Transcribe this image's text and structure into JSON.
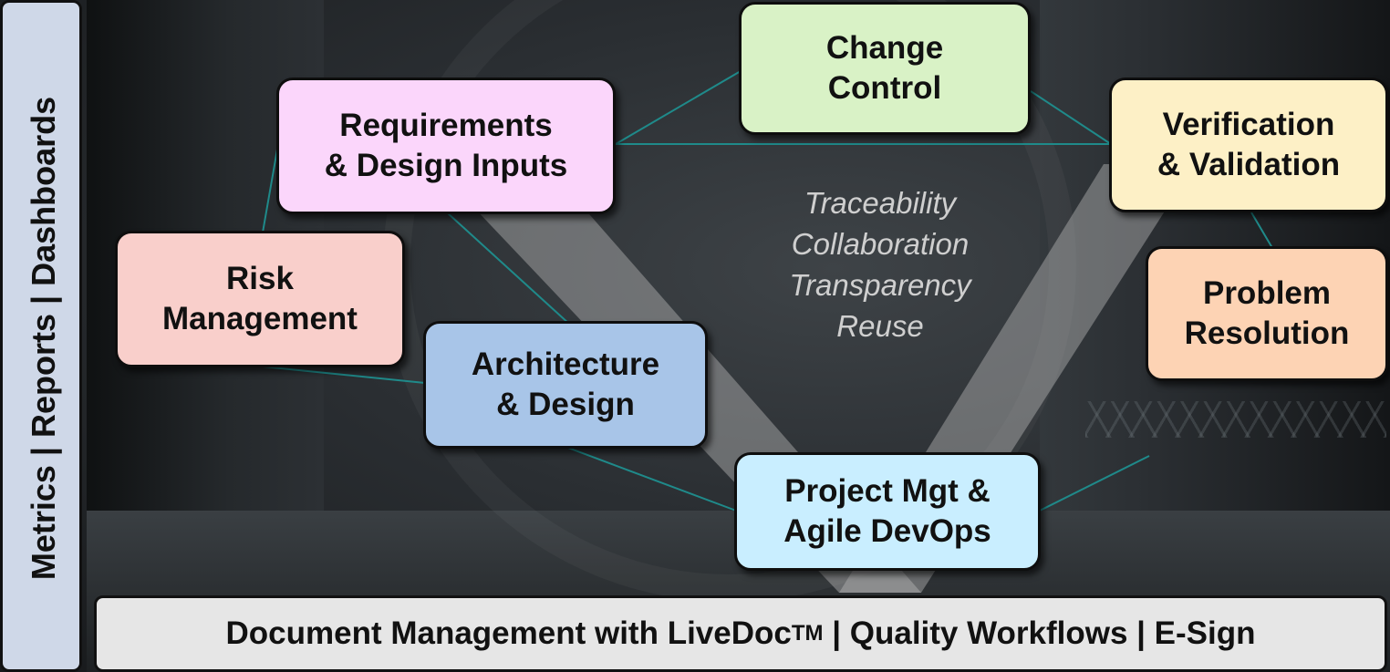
{
  "sidebar": {
    "label": "Metrics | Reports | Dashboards"
  },
  "bottom_bar": {
    "prefix": "Document Management with LiveDoc",
    "trademark": "TM",
    "suffix": " | Quality Workflows | E-Sign"
  },
  "center_terms": [
    "Traceability",
    "Collaboration",
    "Transparency",
    "Reuse"
  ],
  "boxes": {
    "change_control": {
      "label": "Change\nControl",
      "color": "#d9f2c6"
    },
    "requirements": {
      "label": "Requirements\n& Design Inputs",
      "color": "#fbd6fb"
    },
    "verification": {
      "label": "Verification\n& Validation",
      "color": "#fdf0c6"
    },
    "risk": {
      "label": "Risk\nManagement",
      "color": "#f9cfcb"
    },
    "problem": {
      "label": "Problem\nResolution",
      "color": "#fdd3b4"
    },
    "architecture": {
      "label": "Architecture\n& Design",
      "color": "#a8c5e8"
    },
    "project": {
      "label": "Project Mgt &\nAgile DevOps",
      "color": "#c9eeff"
    }
  },
  "colors": {
    "connector": "#1f8a8a",
    "v_band": "#b5b5b5"
  }
}
